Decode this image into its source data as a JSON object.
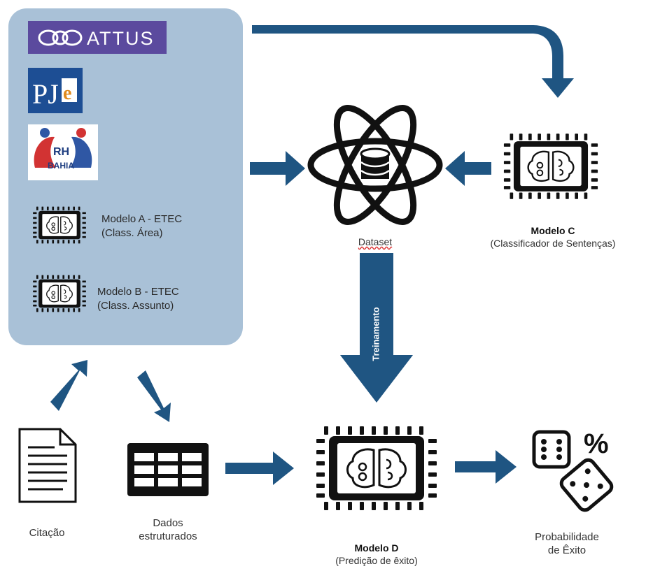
{
  "logos": {
    "attus": "ATTUS",
    "pje_p": "PJ",
    "pje_e": "e",
    "rh_top": "RH",
    "rh_bottom": "BAHIA"
  },
  "sidebar_models": [
    {
      "line1": "Modelo A - ETEC",
      "line2": "(Class. Área)"
    },
    {
      "line1": "Modelo B - ETEC",
      "line2": "(Class. Assunto)"
    }
  ],
  "dataset": {
    "label": "Dataset"
  },
  "model_c": {
    "title": "Modelo C",
    "subtitle": "(Classificador de Sentenças)"
  },
  "training": {
    "label": "Treinamento"
  },
  "model_d": {
    "title": "Modelo D",
    "subtitle": "(Predição de êxito)"
  },
  "citacao": {
    "label": "Citação"
  },
  "structured": {
    "line1": "Dados",
    "line2": "estruturados"
  },
  "probability": {
    "line1": "Probabilidade",
    "line2": "de Êxito",
    "symbol": "%"
  },
  "colors": {
    "arrow": "#1f5582",
    "panel": "#a9c1d7",
    "attus_bg": "#5b4a9e",
    "pje_bg": "#1d4e94"
  },
  "icons": [
    "database-icon",
    "atom-icon",
    "chip-icon",
    "brain-icon",
    "document-icon",
    "table-icon",
    "dice-icon",
    "percent-icon"
  ]
}
